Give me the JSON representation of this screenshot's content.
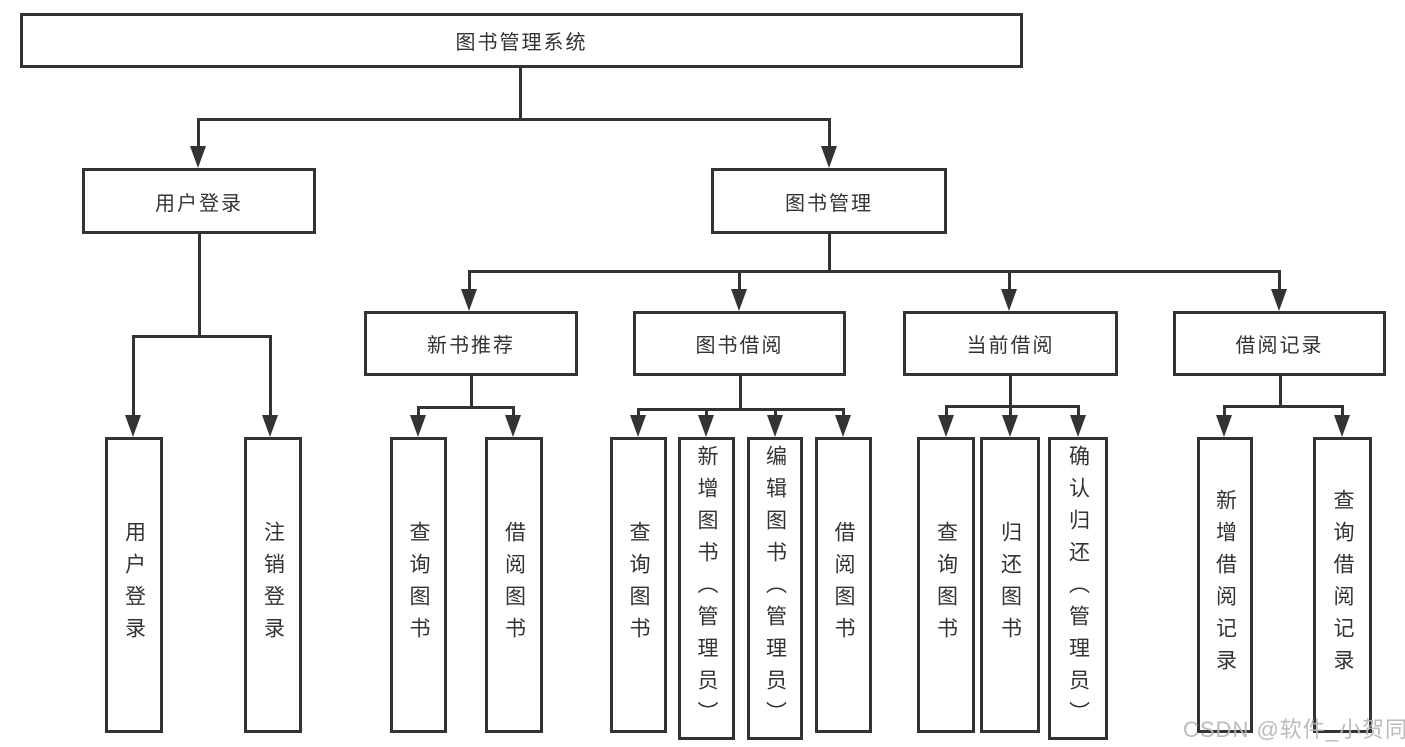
{
  "tree": {
    "root": {
      "label": "图书管理系统"
    },
    "branches": [
      {
        "label": "用户登录",
        "children": [
          {
            "label": "用户登录"
          },
          {
            "label": "注销登录"
          }
        ]
      },
      {
        "label": "图书管理",
        "children": [
          {
            "label": "新书推荐",
            "children": [
              {
                "label": "查询图书"
              },
              {
                "label": "借阅图书"
              }
            ]
          },
          {
            "label": "图书借阅",
            "children": [
              {
                "label": "查询图书"
              },
              {
                "label": "新增图书（管理员）"
              },
              {
                "label": "编辑图书（管理员）"
              },
              {
                "label": "借阅图书"
              }
            ]
          },
          {
            "label": "当前借阅",
            "children": [
              {
                "label": "查询图书"
              },
              {
                "label": "归还图书"
              },
              {
                "label": "确认归还（管理员）"
              }
            ]
          },
          {
            "label": "借阅记录",
            "children": [
              {
                "label": "新增借阅记录"
              },
              {
                "label": "查询借阅记录"
              }
            ]
          }
        ]
      }
    ]
  },
  "watermark": "CSDN @软件_小贺同学",
  "colors": {
    "line": "#333333",
    "text": "#333333",
    "background": "#ffffff",
    "watermark": "#b8b8b8"
  }
}
